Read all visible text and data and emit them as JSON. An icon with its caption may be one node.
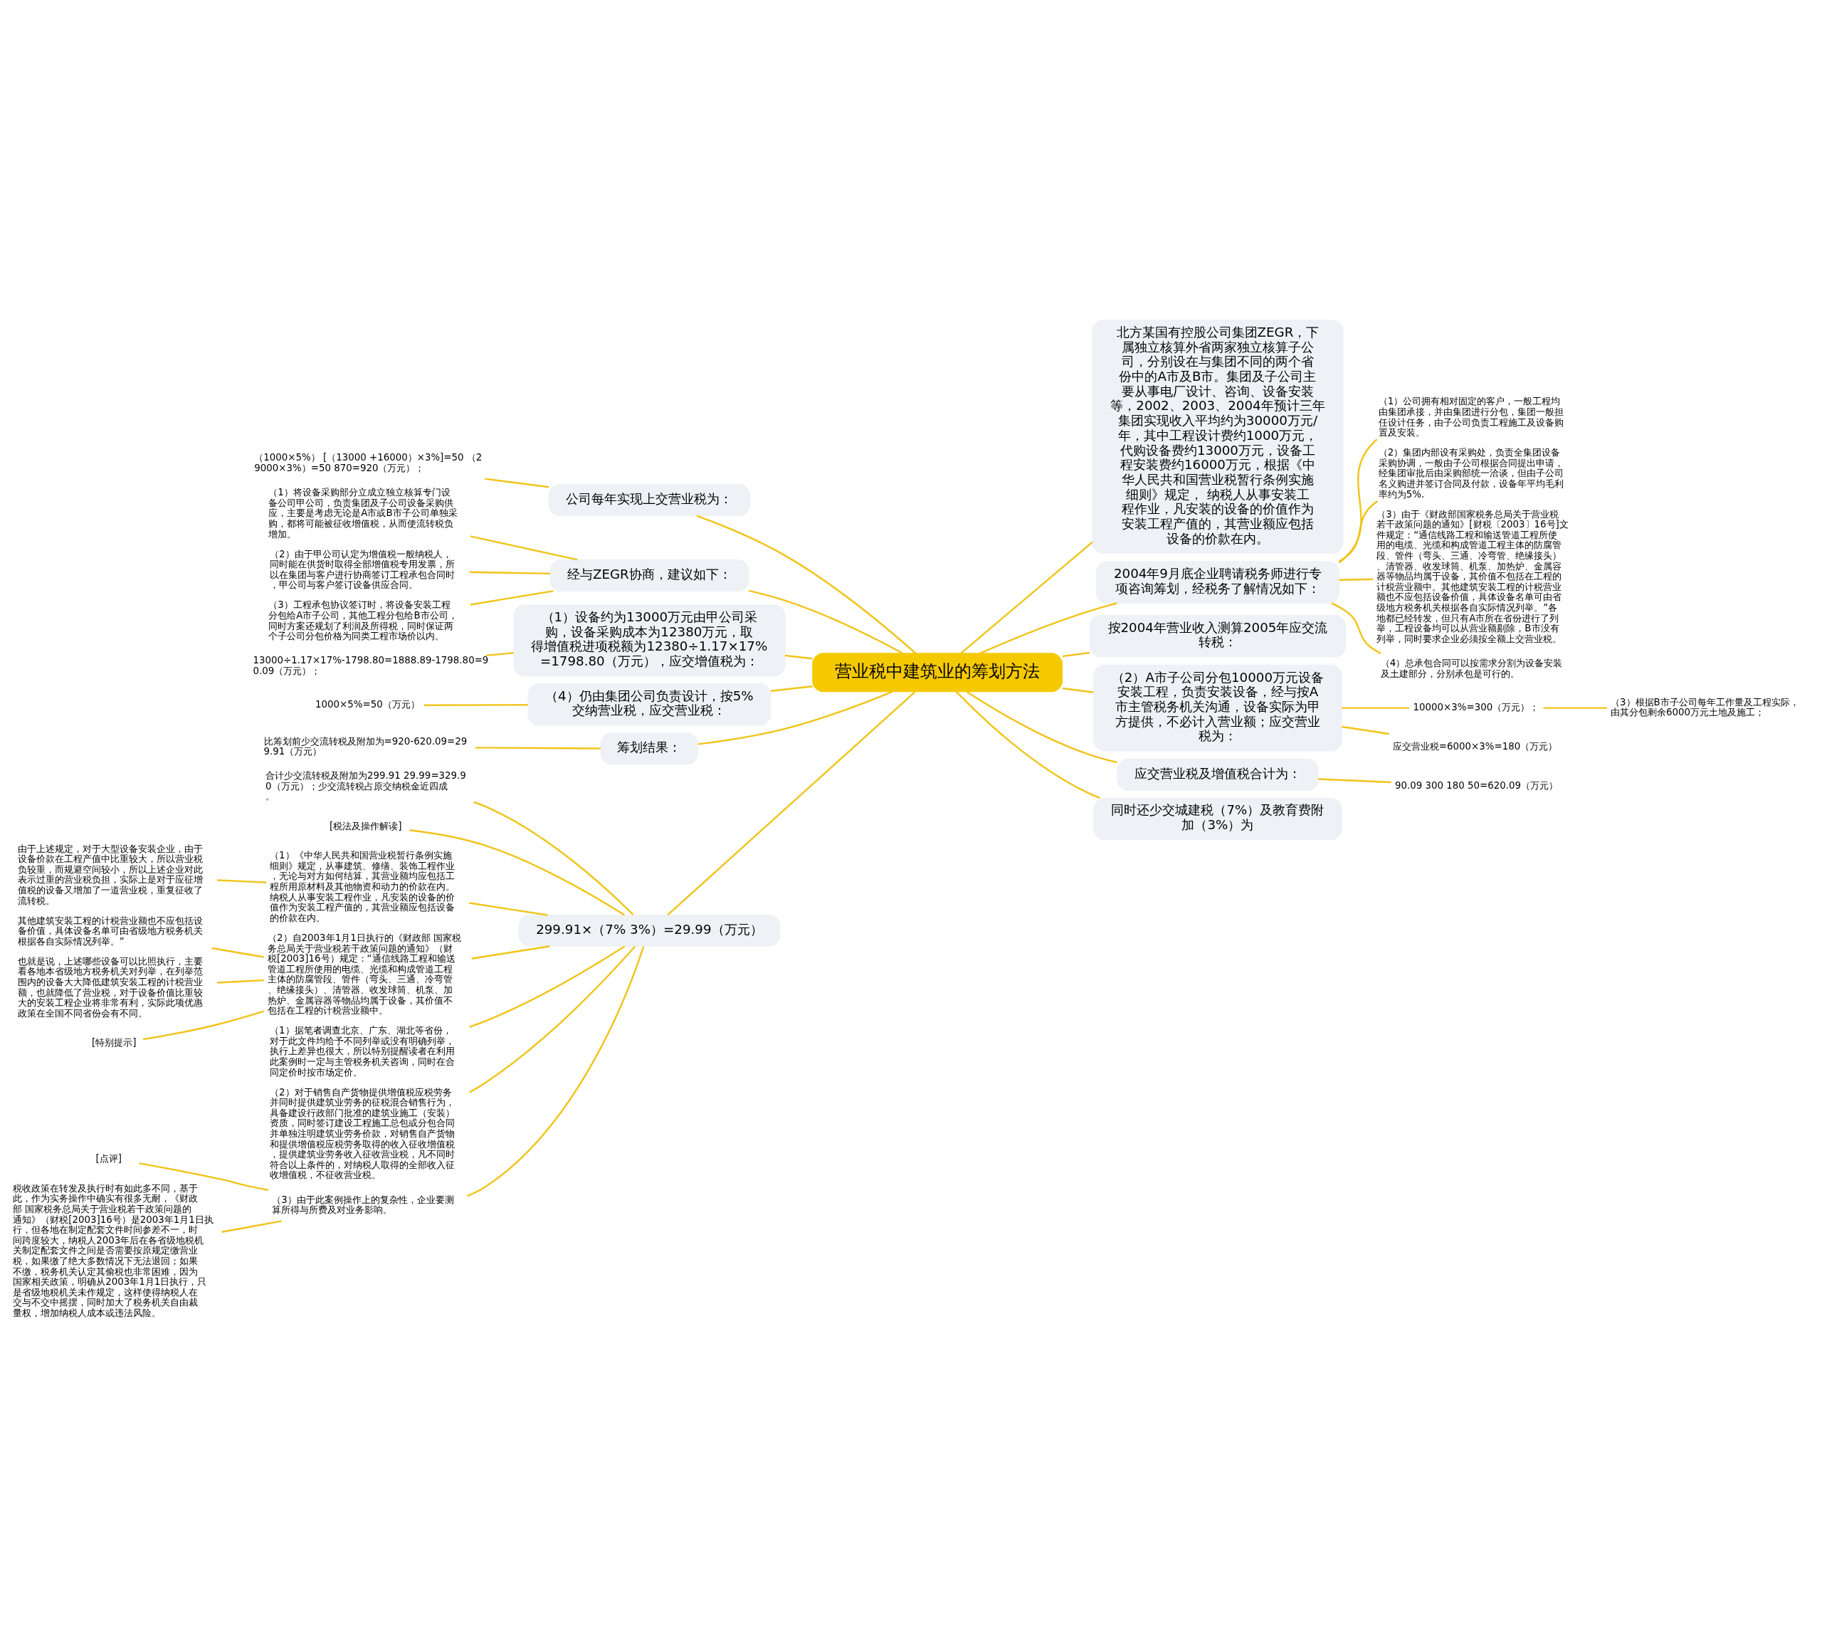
{
  "diagram": {
    "nodes": [
      {
        "text": [
          "营业税中建筑业的筹划方法"
        ]
      },
      {
        "text": [
          "北方某国有控股公司集团ZEGR，下属独立核算外省两家独立核算子公司，分别设在与集团不同的两个省份中的A市及B市。集团及子公司主要从事电厂设计、咨询、设备安装等，2002、2003、2004年预计三年集团实现收入平均约为30000万元/年，其中工程设计费约1000万元，代购设备费约13000万元，设备工程安装费约16000万元，根据《中华人民共和国营业税暂行条例实施细则》规定， 纳税人从事安装工程作业，凡安装的设备的价值作为安装工程产值的，其营业额应包括设备的价款在内。"
        ]
      },
      {
        "text": [
          "2004年9月底企业聘请税务师进行专项咨询筹划，经税务了解情况如下："
        ]
      },
      {
        "text": [
          "（1）公司拥有相对固定的客户，一般工程均由集团承接，并由集团进行分包，集团一般担任设计任务，由子公司负责工程施工及设备购置及安装。"
        ]
      },
      {
        "text": [
          "（2）集团内部设有采购处，负责全集团设备采购协调，一般由子公司根据合同提出申请，经集团审批后由采购部统一洽谈，但由子公司名义购进并签订合同及付款，设备年平均毛利率约为5%."
        ]
      },
      {
        "text": [
          "（3）由于《财政部国家税务总局关于营业税若干政策问题的通知》[财税〔2003〕16号]文件规定：“通信线路工程和输送管道工程所使用的电缆、光缆和构成管道工程主体的防腐管段、管件（弯头、三通、冷弯管、绝缘接头）、清管器、收发球筒、机泵、加热炉、金属容器等物品均属于设备，其价值不包括在工程的计税营业额中。其他建筑安装工程的计税营业额也不应包括设备价值，具体设备名单可由省级地方税务机关根据各自实际情况列举。”各地都已经转发，但只有A市所在省份进行了列举，工程设备均可以从营业额剔除，B市没有列举，同时要求企业必须按全额上交营业税。"
        ]
      },
      {
        "text": [
          "（4）总承包合同可以按需求分割为设备安装及土建部分，分别承包是可行的。"
        ]
      },
      {
        "text": [
          "按2004年营业收入测算2005年应交流转税："
        ]
      },
      {
        "text": [
          "（2）A市子公司分包10000万元设备安装工程，负责安装设备，经与按A市主管税务机关沟通，设备实际为甲方提供，不必计入营业额；应交营业税为："
        ]
      },
      {
        "text": [
          "10000×3%=300（万元）；"
        ]
      },
      {
        "text": [
          "（3）根据B市子公司每年工作量及工程实际，由其分包剩余6000万元土地及施工；"
        ]
      },
      {
        "text": [
          "应交营业税=6000×3%=180（万元）"
        ]
      },
      {
        "text": [
          "应交营业税及增值税合计为："
        ]
      },
      {
        "text": [
          "90.09 300 180 50=620.09（万元）"
        ]
      },
      {
        "text": [
          "同时还少交城建税（7%）及教育费附加（3%）为"
        ]
      },
      {
        "text": [
          "公司每年实现上交营业税为："
        ]
      },
      {
        "text": [
          "（1000×5%） [（13000 +16000）×3%]=50 （29000×3%）=50 870=920（万元）；"
        ]
      },
      {
        "text": [
          "经与ZEGR协商，建议如下："
        ]
      },
      {
        "text": [
          "（1）将设备采购部分立成立独立核算专门设备公司甲公司，负责集团及子公司设备采购供应，主要是考虑无论是A市或B市子公司单独采购，都将可能被征收增值税，从而使流转税负增加。"
        ]
      },
      {
        "text": [
          "（2）由于甲公司认定为增值税一般纳税人，同时能在供货时取得全部增值税专用发票，所以在集团与客户进行协商签订工程承包合同时，甲公司与客户签订设备供应合同。"
        ]
      },
      {
        "text": [
          "（3）工程承包协议签订时，将设备安装工程分包给A市子公司，其他工程分包给B市公司，同时方案还规划了利润及所得税，同时保证两个子公司分包价格为同类工程市场价以内。"
        ]
      },
      {
        "text": [
          "（1）设备约为13000万元由甲公司采购，设备采购成本为12380万元，取得增值税进项税额为12380÷1.17×17%=1798.80（万元），应交增值税为："
        ]
      },
      {
        "text": [
          "13000÷1.17×17%-1798.80=1888.89-1798.80=90.09（万元）；"
        ]
      },
      {
        "text": [
          "（4）仍由集团公司负责设计，按5%交纳营业税，应交营业税："
        ]
      },
      {
        "text": [
          "1000×5%=50（万元）"
        ]
      },
      {
        "text": [
          "筹划结果："
        ]
      },
      {
        "text": [
          "比筹划前少交流转税及附加为=920-620.09=299.91（万元）"
        ]
      },
      {
        "text": [
          "299.91×（7% 3%）=29.99（万元）"
        ]
      },
      {
        "text": [
          "合计少交流转税及附加为299.91 29.99=329.90（万元）；少交流转税占原交纳税金近四成。"
        ]
      },
      {
        "text": [
          "[税法及操作解读]"
        ]
      },
      {
        "text": [
          "（1）《中华人民共和国营业税暂行条例实施细则》规定，从事建筑、修缮、装饰工程作业，无论与对方如何结算，其营业额均应包括工程所用原材料及其他物资和动力的价款在内。纳税人从事安装工程作业，凡安装的设备的价值作为安装工程产值的，其营业额应包括设备的价款在内。"
        ]
      },
      {
        "text": [
          "由于上述规定，对于大型设备安装企业，由于设备价款在工程产值中比重较大，所以营业税负较重，而规避空间较小，所以上述企业对此表示过重的营业税负担，实际上是对于应征增值税的设备又增加了一道营业税，重复征收了流转税。"
        ]
      },
      {
        "text": [
          "（2）自2003年1月1日执行的《财政部 国家税务总局关于营业税若干政策问题的通知》（财税[2003]16号）规定：“通信线路工程和输送管道工程所使用的电缆、光缆和构成管道工程主体的防腐管段、管件（弯头、三通、冷弯管、绝缘接头）、清管器、收发球筒、机泵、加热炉、金属容器等物品均属于设备，其价值不包括在工程的计税营业额中。"
        ]
      },
      {
        "text": [
          "其他建筑安装工程的计税营业额也不应包括设备价值，具体设备名单可由省级地方税务机关根据各自实际情况列举。”"
        ]
      },
      {
        "text": [
          "也就是说，上述哪些设备可以比照执行，主要看各地本省级地方税务机关对列举，在列举范围内的设备大大降低建筑安装工程的计税营业额，也就降低了营业税，对于设备价值比重较大的安装工程企业将非常有利，实际此项优惠政策在全国不同省份会有不同。"
        ]
      },
      {
        "text": [
          "[特别提示]"
        ]
      },
      {
        "text": [
          "（1）据笔者调查北京、广东、湖北等省份，对于此文件均给予不同列举或没有明确列举，执行上差异也很大，所以特别提醒读者在利用此案例时一定与主管税务机关咨询，同时在合同定价时按市场定价。"
        ]
      },
      {
        "text": [
          "（2）对于销售自产货物提供增值税应税劳务并同时提供建筑业劳务的征税混合销售行为，具备建设行政部门批准的建筑业施工（安装）资质，同时签订建设工程施工总包或分包合同并单独注明建筑业劳务价款，对销售自产货物和提供增值税应税劳务取得的收入征收增值税，提供建筑业劳务收入征收营业税，凡不同时符合以上条件的，对纳税人取得的全部收入征收增值税，不征收营业税。"
        ]
      },
      {
        "text": [
          "（3）由于此案例操作上的复杂性，企业要测算所得与所费及对业务影响。"
        ]
      },
      {
        "text": [
          "[点评]"
        ]
      },
      {
        "text": [
          "税收政策在转发及执行时有如此多不同，基于此，作为实务操作中确实有很多无耐，《财政部 国家税务总局关于营业税若干政策问题的通知》（财税[2003]16号）是2003年1月1日执行，但各地在制定配套文件时间参差不一，时间跨度较大，纳税人2003年后在各省级地税机关制定配套文件之间是否需要按原规定缴营业税，如果缴了绝大多数情况下无法退回；如果不缴，税务机关认定其偷税也非常困难，因为国家相关政策，明确从2003年1月1日执行，只是省级地税机关未作规定，这样使得纳税人在交与不交中摇摆，同时加大了税务机关自由裁量权，增加纳税人成本或违法风险。"
        ]
      }
    ],
    "edges": [
      {
        "from": 0,
        "to": 1,
        "arrow": "none"
      },
      {
        "from": 0,
        "to": 2,
        "arrow": "none"
      },
      {
        "from": 2,
        "to": 3,
        "arrow": "none"
      },
      {
        "from": 2,
        "to": 4,
        "arrow": "none"
      },
      {
        "from": 2,
        "to": 5,
        "arrow": "none"
      },
      {
        "from": 2,
        "to": 6,
        "arrow": "none"
      },
      {
        "from": 0,
        "to": 7,
        "arrow": "none"
      },
      {
        "from": 0,
        "to": 8,
        "arrow": "none"
      },
      {
        "from": 8,
        "to": 9,
        "arrow": "none"
      },
      {
        "from": 9,
        "to": 10,
        "arrow": "none"
      },
      {
        "from": 8,
        "to": 11,
        "arrow": "none"
      },
      {
        "from": 0,
        "to": 12,
        "arrow": "none"
      },
      {
        "from": 12,
        "to": 13,
        "arrow": "none"
      },
      {
        "from": 0,
        "to": 14,
        "arrow": "none"
      },
      {
        "from": 0,
        "to": 15,
        "arrow": "none"
      },
      {
        "from": 15,
        "to": 16,
        "arrow": "none"
      },
      {
        "from": 0,
        "to": 17,
        "arrow": "none"
      },
      {
        "from": 17,
        "to": 18,
        "arrow": "none"
      },
      {
        "from": 17,
        "to": 19,
        "arrow": "none"
      },
      {
        "from": 17,
        "to": 20,
        "arrow": "none"
      },
      {
        "from": 0,
        "to": 21,
        "arrow": "none"
      },
      {
        "from": 21,
        "to": 22,
        "arrow": "none"
      },
      {
        "from": 0,
        "to": 23,
        "arrow": "none"
      },
      {
        "from": 23,
        "to": 24,
        "arrow": "none"
      },
      {
        "from": 0,
        "to": 25,
        "arrow": "none"
      },
      {
        "from": 25,
        "to": 26,
        "arrow": "none"
      },
      {
        "from": 0,
        "to": 27,
        "arrow": "none"
      },
      {
        "from": 27,
        "to": 28,
        "arrow": "none"
      },
      {
        "from": 27,
        "to": 29,
        "arrow": "none"
      },
      {
        "from": 27,
        "to": 30,
        "arrow": "none"
      },
      {
        "from": 30,
        "to": 31,
        "arrow": "none"
      },
      {
        "from": 27,
        "to": 32,
        "arrow": "none"
      },
      {
        "from": 32,
        "to": 33,
        "arrow": "none"
      },
      {
        "from": 32,
        "to": 34,
        "arrow": "none"
      },
      {
        "from": 32,
        "to": 35,
        "arrow": "none"
      },
      {
        "from": 27,
        "to": 36,
        "arrow": "none"
      },
      {
        "from": 27,
        "to": 37,
        "arrow": "none"
      },
      {
        "from": 27,
        "to": 38,
        "arrow": "none"
      },
      {
        "from": 38,
        "to": 39,
        "arrow": "none"
      },
      {
        "from": 38,
        "to": 40,
        "arrow": "none"
      }
    ]
  }
}
